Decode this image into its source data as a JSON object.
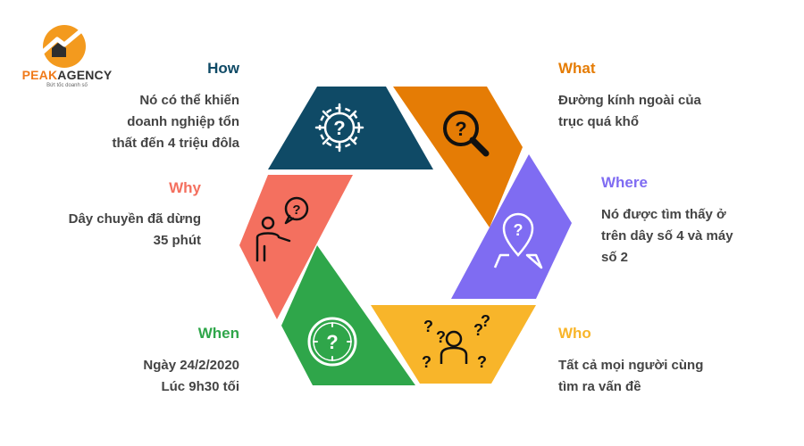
{
  "logo": {
    "word_accent": "PEAK",
    "word_rest": "AGENCY",
    "tagline": "Bứt tốc doanh số"
  },
  "colors": {
    "how": "#0f4a66",
    "what": "#e57c05",
    "where": "#7f6cf2",
    "who": "#f8b52a",
    "when": "#2fa64a",
    "why": "#f4705f"
  },
  "items": {
    "how": {
      "label": "How",
      "icon": "gear-question-icon",
      "lines": [
        "Nó có thể khiến",
        "doanh nghiệp tổn",
        "thất đến 4 triệu đôla"
      ]
    },
    "why": {
      "label": "Why",
      "icon": "person-question-icon",
      "lines": [
        "Dây chuyền đã dừng",
        "35 phút"
      ]
    },
    "when": {
      "label": "When",
      "icon": "clock-question-icon",
      "lines": [
        "Ngày 24/2/2020",
        "Lúc 9h30 tối"
      ]
    },
    "what": {
      "label": "What",
      "icon": "magnifier-question-icon",
      "lines": [
        "Đường kính ngoài của",
        "trục quá khổ"
      ]
    },
    "where": {
      "label": "Where",
      "icon": "map-pin-question-icon",
      "lines": [
        "Nó được tìm thấy ở",
        "trên dây số 4 và máy",
        "số 2"
      ]
    },
    "who": {
      "label": "Who",
      "icon": "people-question-icon",
      "lines": [
        "Tất cả mọi người cùng",
        "tìm ra vấn đề"
      ]
    }
  }
}
